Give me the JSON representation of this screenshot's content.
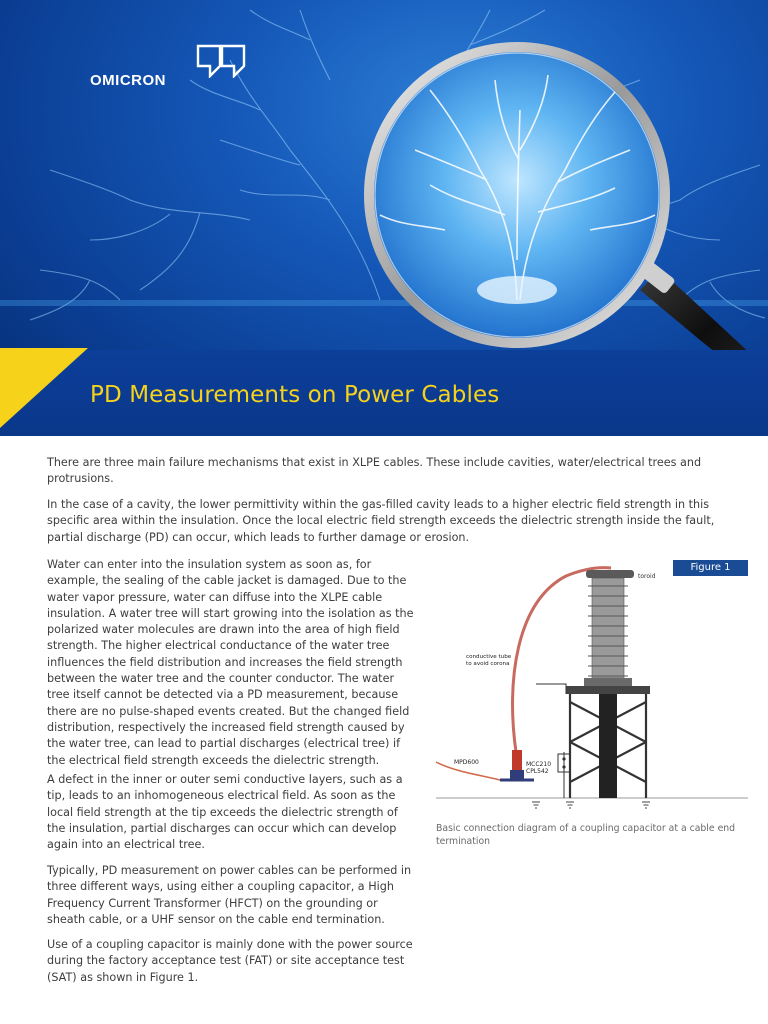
{
  "header": {
    "brand": "OMICRON",
    "title": "PD Measurements on Power Cables"
  },
  "body": {
    "p1": "There are three main failure mechanisms that exist in XLPE cables. These include cavities, water/electrical trees and protrusions.",
    "p2": "In the case of a cavity, the lower permittivity within the gas-filled cavity leads to a higher electric field strength in this specific area within the insulation. Once the local electric field strength exceeds the dielectric strength inside the fault, partial discharge (PD) can occur, which leads to further damage or erosion.",
    "p3": "Water can enter into the insulation system as soon as, for example, the sealing of the cable jacket is damaged. Due to the water vapor pressure, water can diffuse into the XLPE cable insulation. A water tree will start growing into the isolation as the polarized water molecules are drawn into the area of high field strength. The higher electrical conductance of the water tree influences the field distribution and increases the field strength between the water tree and the counter conductor. The water tree itself cannot be detected via a PD measurement, because there are no pulse-shaped events created. But the changed field distribution, respectively the increased field strength caused by the water tree, can lead to partial discharges (electrical tree) if the electrical field strength exceeds the dielectric strength.",
    "p4": "A defect in the inner or outer semi conductive layers, such as a tip, leads to an inhomogeneous electrical field. As soon as the local field strength at the tip exceeds the dielectric strength of the insulation, partial discharges can occur which can develop again into an electrical tree.",
    "p5": "Typically, PD measurement on power cables can be performed in three different ways, using either a coupling capacitor, a High Frequency Current Transformer (HFCT) on the grounding or sheath cable, or a UHF sensor on the cable end termination.",
    "p6": "Use of a coupling capacitor is mainly done with the power source during the factory acceptance test (FAT) or site acceptance test (SAT) as shown in Figure 1."
  },
  "figure": {
    "badge": "Figure 1",
    "caption": "Basic connection diagram of a coupling capacitor at a cable end termination",
    "labels": {
      "toroid": "toroid",
      "tube": "conductive tube",
      "tube2": "to avoid corona",
      "mpd": "MPD600",
      "mcc": "MCC210",
      "cpl": "CPL542"
    }
  },
  "colors": {
    "hero_blue": "#1558b8",
    "title_yellow": "#f7d21b",
    "badge_blue": "#1a4c96"
  }
}
